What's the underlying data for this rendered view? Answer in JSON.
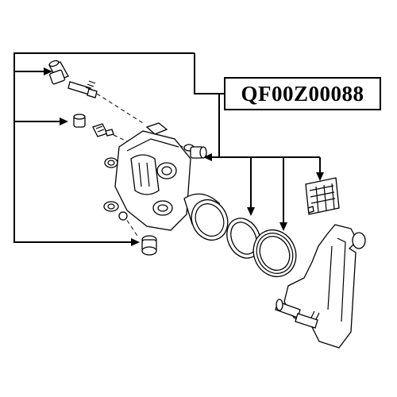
{
  "part_number": "QF00Z00088",
  "colors": {
    "ink": "#000000",
    "background": "#ffffff"
  },
  "components": [
    "guide-pin-long",
    "guide-pin-short-with-bleeder",
    "guide-bushing",
    "caliper-housing",
    "bleeder-screw-cap",
    "piston",
    "piston-seal",
    "dust-boot",
    "brake-pad",
    "caliper-bracket"
  ]
}
